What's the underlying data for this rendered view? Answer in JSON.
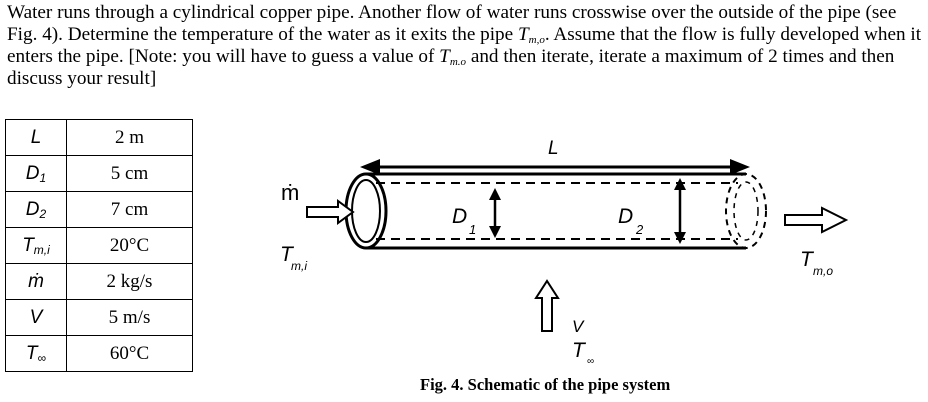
{
  "problem": {
    "t1": "Water runs through a cylindrical copper pipe. Another flow of water runs crosswise over the outside of the pipe (see Fig. 4). Determine the temperature of the water as it exits the pipe ",
    "t2": ". Assume that the flow is fully developed when it enters the pipe. [Note: you will have to guess a value of ",
    "t3": " and then iterate, iterate a maximum of 2 times and then discuss your result]",
    "var_T": "T",
    "var_sub": "m,o",
    "var_sub_b": "m.o"
  },
  "table": [
    {
      "sym": "L",
      "sub": "",
      "value": "2 m"
    },
    {
      "sym": "D",
      "sub": "1",
      "value": "5 cm"
    },
    {
      "sym": "D",
      "sub": "2",
      "value": "7 cm"
    },
    {
      "sym": "T",
      "sub": "m,i",
      "value": "20°C"
    },
    {
      "sym": "ṁ",
      "sub": "",
      "value": "2 kg/s"
    },
    {
      "sym": "V",
      "sub": "",
      "value": "5 m/s"
    },
    {
      "sym": "T",
      "sub": "∞",
      "value": "60°C"
    }
  ],
  "figure": {
    "L": "L",
    "mdot": "ṁ",
    "D1": "D",
    "D1_sub": "1",
    "D2": "D",
    "D2_sub": "2",
    "Tmi": "T",
    "Tmi_sub": "m,i",
    "Tmo": "T",
    "Tmo_sub": "m,o",
    "V": "V",
    "Tinf": "T",
    "Tinf_sub": "∞",
    "caption": "Fig. 4. Schematic of the pipe system"
  }
}
